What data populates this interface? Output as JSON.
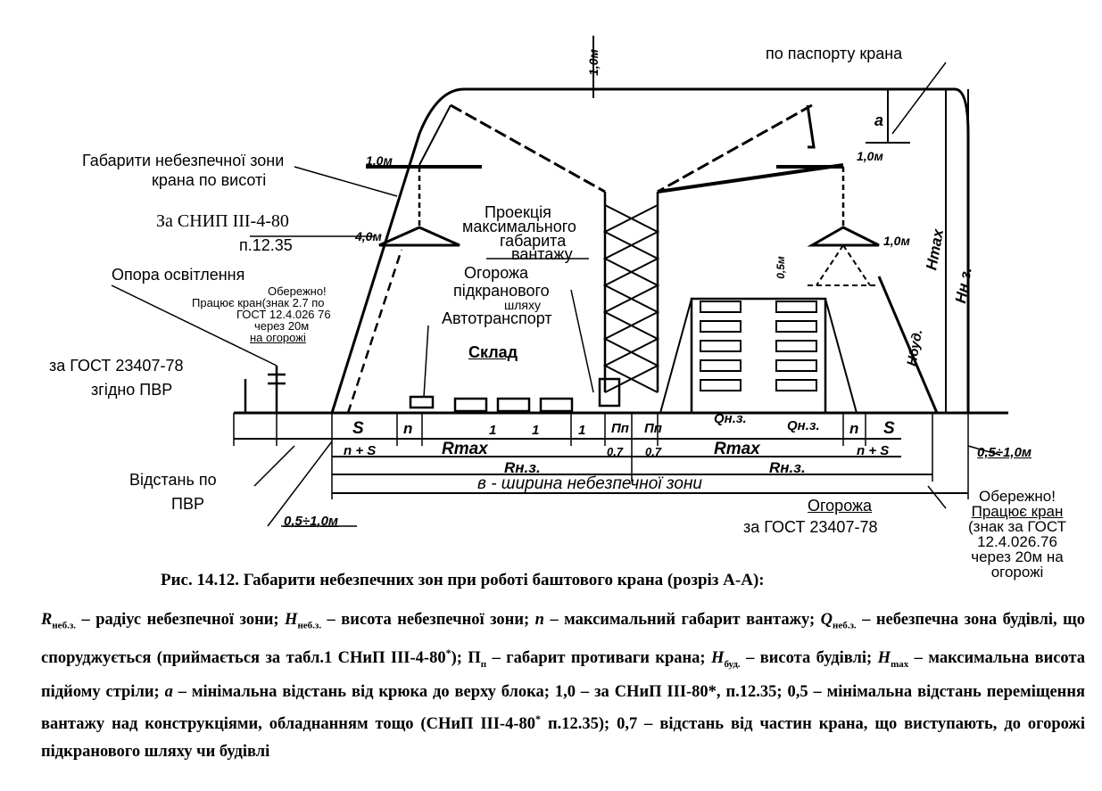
{
  "labels": {
    "crane_passport": "по паспорту крана",
    "danger_zone_height_1": "Габарити небезпечної зони",
    "danger_zone_height_2": "крана по висоті",
    "snip_ref_1": "За СНИП III-4-80",
    "snip_ref_2": "п.12.35",
    "lighting_pole": "Опора освітлення",
    "warning_small_1": "Обережно!",
    "warning_small_2": "Працює кран(знак 2.7 по",
    "warning_small_3": "ГОСТ 12.4.026 76",
    "warning_small_4": "через 20м",
    "warning_small_5": "на огорожі",
    "gost_left_1": "за ГОСТ 23407-78",
    "gost_left_2": "згідно ПВР",
    "projection_1": "Проекція",
    "projection_2": "максимального",
    "projection_3": "габарита",
    "projection_4": "вантажу",
    "fence_1": "Огорожа",
    "fence_2": "підкранового",
    "fence_3": "шляху",
    "autotransport": "Автотранспорт",
    "warehouse": "Склад",
    "distance_pvr_1": "Відстань по",
    "distance_pvr_2": "ПВР",
    "width_danger_zone": "в - ширина небезпечної зони",
    "fence_bottom_1": "Огорожа",
    "fence_bottom_2": "за ГОСТ 23407-78",
    "warning_box_1": "Обережно!",
    "warning_box_2": "Працює кран",
    "warning_box_3": "(знак за ГОСТ",
    "warning_box_4": "12.4.026.76",
    "warning_box_5": "через 20м на",
    "warning_box_6": "огорожі"
  },
  "dims": {
    "d10_top": "1,0м",
    "d10_left_upper": "1,0м",
    "d40_left": "4,0м",
    "d10_right_upper": "1,0м",
    "d10_right_mid": "1,0м",
    "d05": "0,5м",
    "a": "a",
    "h_max": "Hmax",
    "h_nz": "Hн.з.",
    "h_bud": "Hбуд.",
    "s_left": "S",
    "n_left": "n",
    "r_max_left": "Rmax",
    "one_1": "1",
    "one_2": "1",
    "one_3": "1",
    "pn_left": "Пп",
    "pn_right": "Пп",
    "q_nz_1": "Qн.з.",
    "q_nz_2": "Qн.з.",
    "r_max_right": "Rmax",
    "n_right": "n",
    "s_right": "S",
    "n_plus_s_left": "n + S",
    "n_plus_s_right": "n + S",
    "r_nz_left": "Rн.з.",
    "r_nz_right": "Rн.з.",
    "d07_left": "0,7",
    "d07_right": "0,7",
    "d05_10_left": "0,5÷1,0м",
    "d05_10_right": "0,5÷1,0м"
  },
  "caption": "Рис. 14.12. Габарити небезпечних зон при роботі баштового крана (розріз А-А):",
  "legend": {
    "r_sym": "R",
    "r_sub": "неб.з.",
    "r_text": " – радіус небезпечної зони; ",
    "h_sym": "H",
    "h_sub": "неб.з.",
    "h_text": " – висота небезпечної зони; ",
    "n_sym": "n",
    "n_text": " – максимальний габарит вантажу;",
    "q_sym": "Q",
    "q_sub": "неб.з.",
    "q_text": " – небезпечна зона будівлі, що споруджується (приймається за табл.1 СНиП III-4-80",
    "q_star": "*",
    "q_text2": "); П",
    "p_sub": "п",
    "p_text": " – габарит противаги крана; ",
    "hb_sym": "H",
    "hb_sub": "буд.",
    "hb_text": " – висота будівлі; ",
    "hm_sym": "H",
    "hm_sub": "max",
    "hm_text": " – максимальна висота підйому стріли; ",
    "a_sym": "a",
    "a_text": " – мінімальна відстань від крюка до верху блока; 1,0 – за СНиП III-80*, п.12.35; 0,5 – мінімальна відстань переміщення вантажу над конструкціями, обладнанням тощо (СНиП III-4-80",
    "star2": "*",
    "text_end": " п.12.35); 0,7 – відстань від частин крана, що виступають, до огорожі підкранового шляху чи будівлі"
  }
}
